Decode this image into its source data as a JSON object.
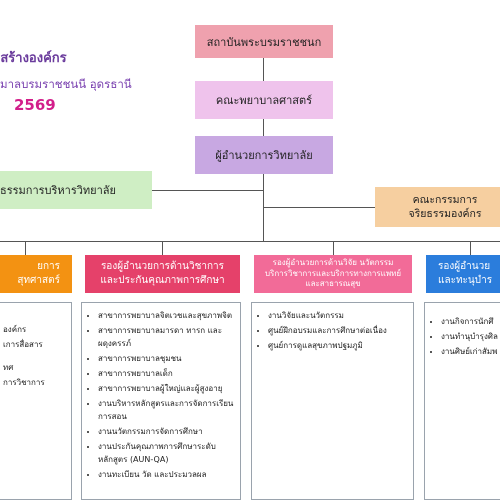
{
  "header": {
    "title_line1": "งสร้างองค์กร",
    "title_line2": "มาลบรมราชชนนี อุดรธานี",
    "year": "2569"
  },
  "org": {
    "top": "สถาบันพระบรมราชชนก",
    "faculty": "คณะพยาบาลศาสตร์",
    "director": "ผู้อำนวยการวิทยาลัย",
    "board": "ธรรมการบริหารวิทยาลัย",
    "ethics_line1": "คณะกรรมการ",
    "ethics_line2": "จริยธรรมองค์กร"
  },
  "columns": [
    {
      "title_line1": "ยการ",
      "title_line2": "สุทศาสตร์",
      "items": [
        "องค์กร",
        "เการสื่อสาร",
        "",
        "ทศ",
        "การวิชาการ"
      ]
    },
    {
      "title_line1": "รองผู้อำนวยการด้านวิชาการ",
      "title_line2": "และประกันคุณภาพการศึกษา",
      "items": [
        "สาขาการพยาบาลจิตเวชและสุขภาพจิต",
        "สาขาการพยาบาลมารดา ทารก และผดุงครรภ์",
        "สาขาการพยาบาลชุมชน",
        "สาขาการพยาบาลเด็ก",
        "สาขาการพยาบาลผู้ใหญ่และผู้สูงอายุ",
        "งานบริหารหลักสูตรและการจัดการเรียนการสอน",
        "งานนวัตกรรมการจัดการศึกษา",
        "งานประกันคุณภาพการศึกษาระดับหลักสูตร (AUN-QA)",
        "งานทะเบียน วัด และประมวลผล"
      ]
    },
    {
      "title_line1": "รองผู้อำนวยการด้านวิจัย นวัตกรรม",
      "title_line2": "บริการวิชาการและบริการทางการแพทย์",
      "title_line3": "และสาธารณสุข",
      "items": [
        "งานวิจัยและนวัตกรรม",
        "ศูนย์ฝึกอบรมและการศึกษาต่อเนื่อง",
        "ศูนย์การดูแลสุขภาพปฐมภูมิ"
      ]
    },
    {
      "title_line1": "รองผู้อำนวย",
      "title_line2": "และทะนุบำร",
      "items": [
        "งานกิจการนักศึ",
        "งานทำนุบำรุงศิล",
        "งานศิษย์เก่าสัมพ"
      ]
    }
  ],
  "colors": {
    "top": "#efa1ae",
    "faculty": "#efc3ec",
    "director": "#c8a8e2",
    "board": "#cfeec4",
    "ethics": "#f6cfa0",
    "col1": "#f39212",
    "col2": "#e5416a",
    "col3": "#f26b98",
    "col4": "#2b7ddc"
  }
}
